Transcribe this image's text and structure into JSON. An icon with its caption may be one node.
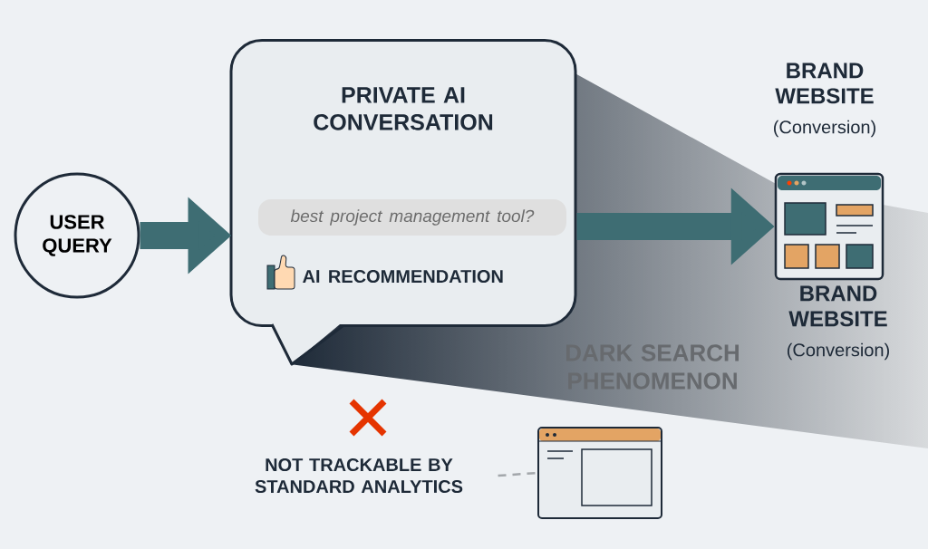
{
  "diagram": {
    "nodes": [
      {
        "text": [
          "USER QUERY"
        ]
      },
      {
        "text": [
          "PRIVATE AI CONVERSATION"
        ]
      },
      {
        "text": [
          "best project management tool?"
        ],
        "in": 1
      },
      {
        "text": [
          "AI RECOMMENDATION"
        ],
        "in": 1
      },
      {
        "text": [
          "BRAND WEBSITE",
          "(Conversion)"
        ],
        "beside": [
          "BRAND WEBSITE",
          "(Conversion)"
        ]
      },
      {
        "text": [
          "NOT TRACKABLE BY STANDARD ANALYTICS"
        ]
      },
      {
        "text": [],
        "shape": "picture"
      }
    ],
    "edges": [
      {
        "from": 0,
        "to": 1,
        "arrow": "to"
      },
      {
        "from": 1,
        "to": 4,
        "arrow": "to"
      },
      {
        "from": 5,
        "to": 6,
        "arrow": "none",
        "style": "dashed",
        "color": "#a3a7ab"
      }
    ],
    "labels": [
      "DARK SEARCH PHENOMENON"
    ]
  }
}
